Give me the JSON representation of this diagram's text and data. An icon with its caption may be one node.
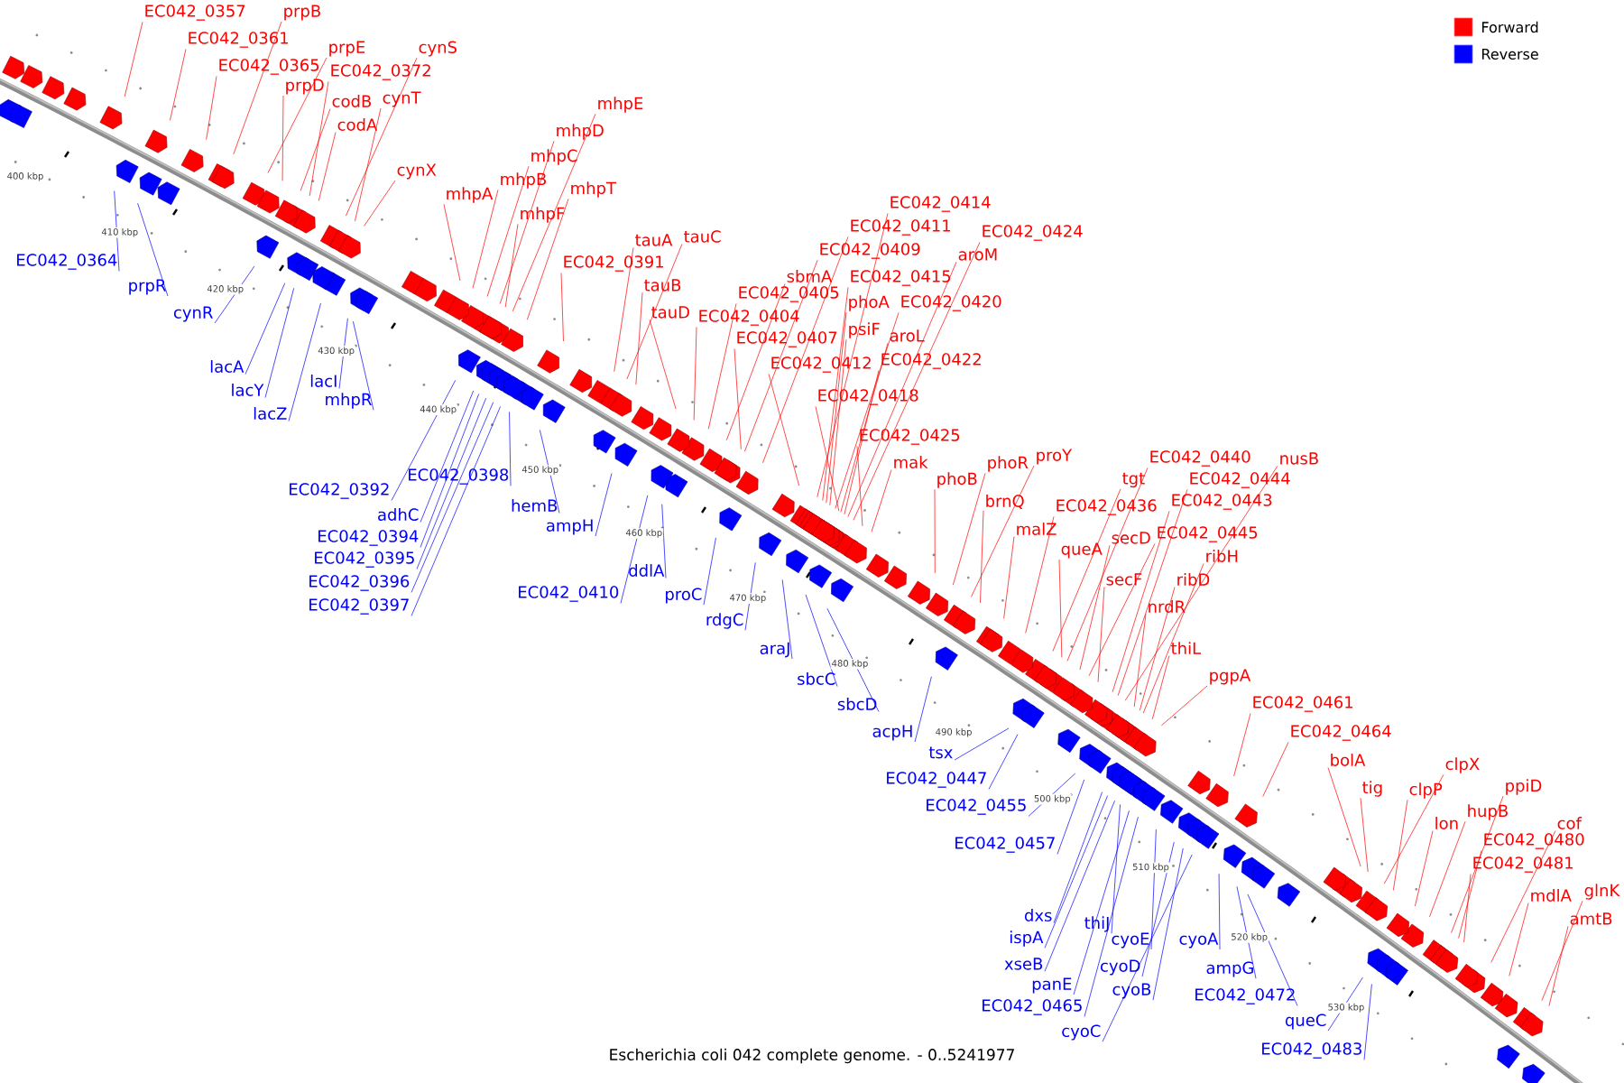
{
  "diagram": {
    "caption": "Escherichia coli 042 complete genome. - 0..5241977",
    "nodes": [
      {
        "text": [
          "EC042_0357"
        ]
      },
      {
        "text": [
          "prpB"
        ]
      },
      {
        "text": [
          "EC042_0361"
        ]
      },
      {
        "text": [
          "EC042_0365"
        ]
      },
      {
        "text": [
          "prpE"
        ]
      },
      {
        "text": [
          "EC042_0372"
        ]
      },
      {
        "text": [
          "prpD"
        ]
      },
      {
        "text": [
          "codB"
        ]
      },
      {
        "text": [
          "cynS"
        ]
      },
      {
        "text": [
          "cynT"
        ]
      },
      {
        "text": [
          "codA"
        ]
      },
      {
        "text": [
          "cynX"
        ]
      },
      {
        "text": [
          "mhpA"
        ]
      },
      {
        "text": [
          "mhpE"
        ]
      },
      {
        "text": [
          "mhpD"
        ]
      },
      {
        "text": [
          "mhpC"
        ]
      },
      {
        "text": [
          "mhpB"
        ]
      },
      {
        "text": [
          "mhpT"
        ]
      },
      {
        "text": [
          "mhpF"
        ]
      },
      {
        "text": [
          "tauA"
        ]
      },
      {
        "text": [
          "tauC"
        ]
      },
      {
        "text": [
          "EC042_0391"
        ]
      },
      {
        "text": [
          "tauB"
        ]
      },
      {
        "text": [
          "tauD"
        ]
      },
      {
        "text": [
          "EC042_0414"
        ]
      },
      {
        "text": [
          "EC042_0411"
        ]
      },
      {
        "text": [
          "EC042_0424"
        ]
      },
      {
        "text": [
          "EC042_0409"
        ]
      },
      {
        "text": [
          "aroM"
        ]
      },
      {
        "text": [
          "sbmA"
        ]
      },
      {
        "text": [
          "EC042_0415"
        ]
      },
      {
        "text": [
          "EC042_0405"
        ]
      },
      {
        "text": [
          "phoA"
        ]
      },
      {
        "text": [
          "EC042_0420"
        ]
      },
      {
        "text": [
          "EC042_0404"
        ]
      },
      {
        "text": [
          "psiF"
        ]
      },
      {
        "text": [
          "aroL"
        ]
      },
      {
        "text": [
          "EC042_0407"
        ]
      },
      {
        "text": [
          "EC042_0422"
        ]
      },
      {
        "text": [
          "EC042_0412"
        ]
      },
      {
        "text": [
          "EC042_0418"
        ]
      },
      {
        "text": [
          "EC042_0425"
        ]
      },
      {
        "text": [
          "mak"
        ]
      },
      {
        "text": [
          "proY"
        ]
      },
      {
        "text": [
          "EC042_0440"
        ]
      },
      {
        "text": [
          "nusB"
        ]
      },
      {
        "text": [
          "phoR"
        ]
      },
      {
        "text": [
          "phoB"
        ]
      },
      {
        "text": [
          "tgt"
        ]
      },
      {
        "text": [
          "EC042_0444"
        ]
      },
      {
        "text": [
          "brnQ"
        ]
      },
      {
        "text": [
          "EC042_0443"
        ]
      },
      {
        "text": [
          "EC042_0436"
        ]
      },
      {
        "text": [
          "malZ"
        ]
      },
      {
        "text": [
          "EC042_0445"
        ]
      },
      {
        "text": [
          "secD"
        ]
      },
      {
        "text": [
          "queA"
        ]
      },
      {
        "text": [
          "ribH"
        ]
      },
      {
        "text": [
          "secF"
        ]
      },
      {
        "text": [
          "ribD"
        ]
      },
      {
        "text": [
          "nrdR"
        ]
      },
      {
        "text": [
          "thiL"
        ]
      },
      {
        "text": [
          "pgpA"
        ]
      },
      {
        "text": [
          "EC042_0461"
        ]
      },
      {
        "text": [
          "EC042_0464"
        ]
      },
      {
        "text": [
          "bolA"
        ]
      },
      {
        "text": [
          "clpX"
        ]
      },
      {
        "text": [
          "ppiD"
        ]
      },
      {
        "text": [
          "tig"
        ]
      },
      {
        "text": [
          "clpP"
        ]
      },
      {
        "text": [
          "hupB"
        ]
      },
      {
        "text": [
          "lon"
        ]
      },
      {
        "text": [
          "cof"
        ]
      },
      {
        "text": [
          "EC042_0480"
        ]
      },
      {
        "text": [
          "EC042_0481"
        ]
      },
      {
        "text": [
          "glnK"
        ]
      },
      {
        "text": [
          "mdlA"
        ]
      },
      {
        "text": [
          "amtB"
        ]
      },
      {
        "text": [
          "EC042_0364"
        ]
      },
      {
        "text": [
          "prpR"
        ]
      },
      {
        "text": [
          "cynR"
        ]
      },
      {
        "text": [
          "lacA"
        ]
      },
      {
        "text": [
          "lacI"
        ]
      },
      {
        "text": [
          "lacY"
        ]
      },
      {
        "text": [
          "mhpR"
        ]
      },
      {
        "text": [
          "lacZ"
        ]
      },
      {
        "text": [
          "EC042_0398"
        ]
      },
      {
        "text": [
          "EC042_0392"
        ]
      },
      {
        "text": [
          "hemB"
        ]
      },
      {
        "text": [
          "adhC"
        ]
      },
      {
        "text": [
          "ampH"
        ]
      },
      {
        "text": [
          "EC042_0394"
        ]
      },
      {
        "text": [
          "EC042_0395"
        ]
      },
      {
        "text": [
          "ddlA"
        ]
      },
      {
        "text": [
          "EC042_0396"
        ]
      },
      {
        "text": [
          "EC042_0410"
        ]
      },
      {
        "text": [
          "proC"
        ]
      },
      {
        "text": [
          "EC042_0397"
        ]
      },
      {
        "text": [
          "rdgC"
        ]
      },
      {
        "text": [
          "araJ"
        ]
      },
      {
        "text": [
          "sbcC"
        ]
      },
      {
        "text": [
          "sbcD"
        ]
      },
      {
        "text": [
          "acpH"
        ]
      },
      {
        "text": [
          "tsx"
        ]
      },
      {
        "text": [
          "EC042_0447"
        ]
      },
      {
        "text": [
          "EC042_0455"
        ]
      },
      {
        "text": [
          "EC042_0457"
        ]
      },
      {
        "text": [
          "dxs"
        ]
      },
      {
        "text": [
          "thiJ"
        ]
      },
      {
        "text": [
          "ispA"
        ]
      },
      {
        "text": [
          "cyoE"
        ]
      },
      {
        "text": [
          "cyoA"
        ]
      },
      {
        "text": [
          "xseB"
        ]
      },
      {
        "text": [
          "cyoD"
        ]
      },
      {
        "text": [
          "ampG"
        ]
      },
      {
        "text": [
          "panE"
        ]
      },
      {
        "text": [
          "cyoB"
        ]
      },
      {
        "text": [
          "EC042_0472"
        ]
      },
      {
        "text": [
          "EC042_0465"
        ]
      },
      {
        "text": [
          "queC"
        ]
      },
      {
        "text": [
          "cyoC"
        ]
      },
      {
        "text": [
          "EC042_0483"
        ]
      }
    ],
    "edges": [
      {
        "from": 0,
        "to": null,
        "arrow": "none"
      },
      {
        "from": 1,
        "to": null,
        "arrow": "none"
      },
      {
        "from": 2,
        "to": null,
        "arrow": "none"
      },
      {
        "from": 3,
        "to": null,
        "arrow": "none"
      },
      {
        "from": 4,
        "to": null,
        "arrow": "none"
      },
      {
        "from": 5,
        "to": null,
        "arrow": "none"
      },
      {
        "from": 6,
        "to": null,
        "arrow": "none"
      },
      {
        "from": 7,
        "to": null,
        "arrow": "none"
      },
      {
        "from": 8,
        "to": null,
        "arrow": "none"
      },
      {
        "from": 9,
        "to": null,
        "arrow": "none"
      },
      {
        "from": 10,
        "to": null,
        "arrow": "none"
      },
      {
        "from": 11,
        "to": null,
        "arrow": "none"
      },
      {
        "from": 12,
        "to": null,
        "arrow": "none"
      },
      {
        "from": 13,
        "to": null,
        "arrow": "none"
      },
      {
        "from": 14,
        "to": null,
        "arrow": "none"
      },
      {
        "from": 15,
        "to": null,
        "arrow": "none"
      },
      {
        "from": 16,
        "to": null,
        "arrow": "none"
      },
      {
        "from": 17,
        "to": null,
        "arrow": "none"
      },
      {
        "from": 18,
        "to": null,
        "arrow": "none"
      },
      {
        "from": 19,
        "to": null,
        "arrow": "none"
      },
      {
        "from": 20,
        "to": null,
        "arrow": "none"
      },
      {
        "from": 21,
        "to": null,
        "arrow": "none"
      },
      {
        "from": 22,
        "to": null,
        "arrow": "none"
      },
      {
        "from": 23,
        "to": null,
        "arrow": "none"
      },
      {
        "from": 24,
        "to": null,
        "arrow": "none"
      },
      {
        "from": 25,
        "to": null,
        "arrow": "none"
      },
      {
        "from": 26,
        "to": null,
        "arrow": "none"
      },
      {
        "from": 27,
        "to": null,
        "arrow": "none"
      },
      {
        "from": 28,
        "to": null,
        "arrow": "none"
      },
      {
        "from": 29,
        "to": null,
        "arrow": "none"
      },
      {
        "from": 30,
        "to": null,
        "arrow": "none"
      },
      {
        "from": 31,
        "to": null,
        "arrow": "none"
      },
      {
        "from": 32,
        "to": null,
        "arrow": "none"
      },
      {
        "from": 33,
        "to": null,
        "arrow": "none"
      },
      {
        "from": 34,
        "to": null,
        "arrow": "none"
      },
      {
        "from": 35,
        "to": null,
        "arrow": "none"
      },
      {
        "from": 36,
        "to": null,
        "arrow": "none"
      },
      {
        "from": 37,
        "to": null,
        "arrow": "none"
      },
      {
        "from": 38,
        "to": null,
        "arrow": "none"
      },
      {
        "from": 39,
        "to": null,
        "arrow": "none"
      },
      {
        "from": 40,
        "to": null,
        "arrow": "none"
      },
      {
        "from": 41,
        "to": null,
        "arrow": "none"
      },
      {
        "from": 42,
        "to": null,
        "arrow": "none"
      },
      {
        "from": 43,
        "to": null,
        "arrow": "none"
      },
      {
        "from": 44,
        "to": null,
        "arrow": "none"
      },
      {
        "from": 45,
        "to": null,
        "arrow": "none"
      },
      {
        "from": 46,
        "to": null,
        "arrow": "none"
      },
      {
        "from": 47,
        "to": null,
        "arrow": "none"
      },
      {
        "from": 48,
        "to": null,
        "arrow": "none"
      },
      {
        "from": 49,
        "to": null,
        "arrow": "none"
      },
      {
        "from": 50,
        "to": null,
        "arrow": "none"
      },
      {
        "from": 51,
        "to": null,
        "arrow": "none"
      },
      {
        "from": 52,
        "to": null,
        "arrow": "none"
      },
      {
        "from": 53,
        "to": null,
        "arrow": "none"
      },
      {
        "from": 54,
        "to": null,
        "arrow": "none"
      },
      {
        "from": 55,
        "to": null,
        "arrow": "none"
      },
      {
        "from": 56,
        "to": null,
        "arrow": "none"
      },
      {
        "from": 57,
        "to": null,
        "arrow": "none"
      },
      {
        "from": 58,
        "to": null,
        "arrow": "none"
      },
      {
        "from": 59,
        "to": null,
        "arrow": "none"
      },
      {
        "from": 60,
        "to": null,
        "arrow": "none"
      },
      {
        "from": 61,
        "to": null,
        "arrow": "none"
      },
      {
        "from": 62,
        "to": null,
        "arrow": "none"
      },
      {
        "from": 63,
        "to": null,
        "arrow": "none"
      },
      {
        "from": 64,
        "to": null,
        "arrow": "none"
      },
      {
        "from": 65,
        "to": null,
        "arrow": "none"
      },
      {
        "from": 66,
        "to": null,
        "arrow": "none"
      },
      {
        "from": 67,
        "to": null,
        "arrow": "none"
      },
      {
        "from": 68,
        "to": null,
        "arrow": "none"
      },
      {
        "from": 69,
        "to": null,
        "arrow": "none"
      },
      {
        "from": 70,
        "to": null,
        "arrow": "none"
      },
      {
        "from": 71,
        "to": null,
        "arrow": "none"
      },
      {
        "from": 72,
        "to": null,
        "arrow": "none"
      },
      {
        "from": 73,
        "to": null,
        "arrow": "none"
      },
      {
        "from": 74,
        "to": null,
        "arrow": "none"
      },
      {
        "from": 75,
        "to": null,
        "arrow": "none"
      },
      {
        "from": 76,
        "to": null,
        "arrow": "none"
      },
      {
        "from": 77,
        "to": null,
        "arrow": "none"
      },
      {
        "from": 78,
        "to": null,
        "arrow": "none",
        "color": "#0000ff"
      },
      {
        "from": 79,
        "to": null,
        "arrow": "none",
        "color": "#0000ff"
      },
      {
        "from": 80,
        "to": null,
        "arrow": "none",
        "color": "#0000ff"
      },
      {
        "from": 81,
        "to": null,
        "arrow": "none",
        "color": "#0000ff"
      },
      {
        "from": 82,
        "to": null,
        "arrow": "none",
        "color": "#0000ff"
      },
      {
        "from": 83,
        "to": null,
        "arrow": "none",
        "color": "#0000ff"
      },
      {
        "from": 84,
        "to": null,
        "arrow": "none",
        "color": "#0000ff"
      },
      {
        "from": 85,
        "to": null,
        "arrow": "none",
        "color": "#0000ff"
      },
      {
        "from": 86,
        "to": null,
        "arrow": "none",
        "color": "#0000ff"
      },
      {
        "from": 87,
        "to": null,
        "arrow": "none",
        "color": "#0000ff"
      },
      {
        "from": 88,
        "to": null,
        "arrow": "none",
        "color": "#0000ff"
      },
      {
        "from": 89,
        "to": null,
        "arrow": "none",
        "color": "#0000ff"
      },
      {
        "from": 90,
        "to": null,
        "arrow": "none",
        "color": "#0000ff"
      },
      {
        "from": 91,
        "to": null,
        "arrow": "none",
        "color": "#0000ff"
      },
      {
        "from": 92,
        "to": null,
        "arrow": "none",
        "color": "#0000ff"
      },
      {
        "from": 93,
        "to": null,
        "arrow": "none",
        "color": "#0000ff"
      },
      {
        "from": 94,
        "to": null,
        "arrow": "none",
        "color": "#0000ff"
      },
      {
        "from": 95,
        "to": null,
        "arrow": "none",
        "color": "#0000ff"
      },
      {
        "from": 96,
        "to": null,
        "arrow": "none",
        "color": "#0000ff"
      },
      {
        "from": 97,
        "to": null,
        "arrow": "none",
        "color": "#0000ff"
      },
      {
        "from": 98,
        "to": null,
        "arrow": "none",
        "color": "#0000ff"
      },
      {
        "from": 99,
        "to": null,
        "arrow": "none",
        "color": "#0000ff"
      },
      {
        "from": 100,
        "to": null,
        "arrow": "none",
        "color": "#0000ff"
      },
      {
        "from": 101,
        "to": null,
        "arrow": "none",
        "color": "#0000ff"
      },
      {
        "from": 102,
        "to": null,
        "arrow": "none",
        "color": "#0000ff"
      },
      {
        "from": 103,
        "to": null,
        "arrow": "none",
        "color": "#0000ff"
      },
      {
        "from": 104,
        "to": null,
        "arrow": "none",
        "color": "#0000ff"
      },
      {
        "from": 105,
        "to": null,
        "arrow": "none",
        "color": "#0000ff"
      },
      {
        "from": 106,
        "to": null,
        "arrow": "none",
        "color": "#0000ff"
      },
      {
        "from": 107,
        "to": null,
        "arrow": "none",
        "color": "#0000ff"
      },
      {
        "from": 108,
        "to": null,
        "arrow": "none",
        "color": "#0000ff"
      },
      {
        "from": 109,
        "to": null,
        "arrow": "none",
        "color": "#0000ff"
      },
      {
        "from": 110,
        "to": null,
        "arrow": "none",
        "color": "#0000ff"
      },
      {
        "from": 111,
        "to": null,
        "arrow": "none",
        "color": "#0000ff"
      },
      {
        "from": 112,
        "to": null,
        "arrow": "none",
        "color": "#0000ff"
      },
      {
        "from": 113,
        "to": null,
        "arrow": "none",
        "color": "#0000ff"
      },
      {
        "from": 114,
        "to": null,
        "arrow": "none",
        "color": "#0000ff"
      },
      {
        "from": 115,
        "to": null,
        "arrow": "none",
        "color": "#0000ff"
      },
      {
        "from": 116,
        "to": null,
        "arrow": "none",
        "color": "#0000ff"
      },
      {
        "from": 117,
        "to": null,
        "arrow": "none",
        "color": "#0000ff"
      },
      {
        "from": 118,
        "to": null,
        "arrow": "none",
        "color": "#0000ff"
      },
      {
        "from": 119,
        "to": null,
        "arrow": "none",
        "color": "#0000ff"
      },
      {
        "from": 120,
        "to": null,
        "arrow": "none",
        "color": "#0000ff"
      },
      {
        "from": 121,
        "to": null,
        "arrow": "none",
        "color": "#0000ff"
      }
    ],
    "labels": [
      "400 kbp",
      "410 kbp",
      "420 kbp",
      "430 kbp",
      "440 kbp",
      "450 kbp",
      "460 kbp",
      "470 kbp",
      "480 kbp",
      "490 kbp",
      "500 kbp",
      "510 kbp",
      "520 kbp",
      "530 kbp"
    ],
    "legend": [
      {
        "text": "Forward",
        "color": "#ff0000"
      },
      {
        "text": "Reverse",
        "color": "#0000ff"
      }
    ]
  }
}
